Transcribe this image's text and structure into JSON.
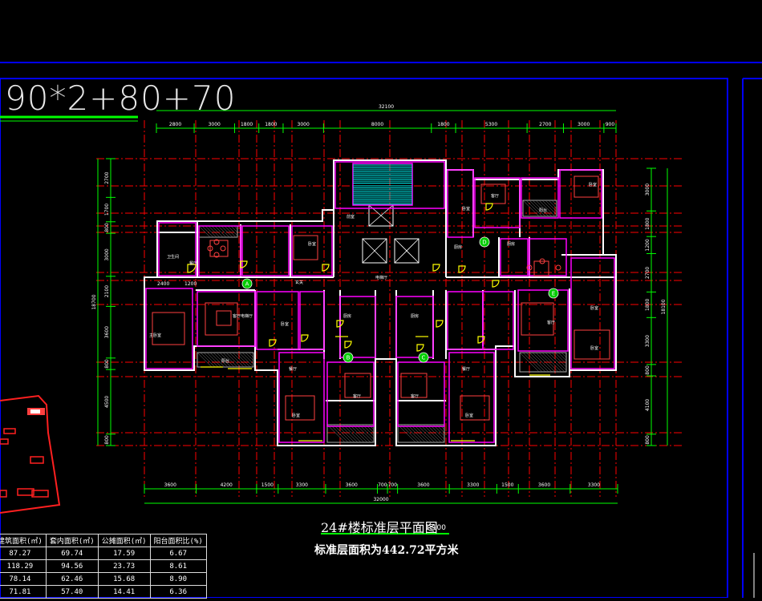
{
  "drawing": {
    "title": "90*2+80+70",
    "plan_title": "24#楼标准层平面图",
    "scale": "1:100",
    "area_note": "标准层面积为442.72平方米"
  },
  "dimensions": {
    "top_total": "32100",
    "top_segments": [
      "2800",
      "3000",
      "1800",
      "1800",
      "3000",
      "8000",
      "1800",
      "5300",
      "2700",
      "3000",
      "900"
    ],
    "bottom_total": "32000",
    "bottom_segments": [
      "3600",
      "4200",
      "1500",
      "3300",
      "3600",
      "700",
      "700",
      "3600",
      "3300",
      "1500",
      "3600",
      "3300"
    ],
    "left_total": "18700",
    "left_segments": [
      "2700",
      "1700",
      "800",
      "3000",
      "2100",
      "3600",
      "800",
      "4500",
      "800"
    ],
    "right_total": "18100",
    "right_segments": [
      "3000",
      "1800",
      "1200",
      "2700",
      "1800",
      "3300",
      "800",
      "4100",
      "800"
    ],
    "inner_dims": [
      "2400",
      "1200"
    ]
  },
  "room_labels": [
    "客厅",
    "餐厅",
    "卧室",
    "主卧室",
    "厨房",
    "卫生间",
    "阳台",
    "书房",
    "电梯厅",
    "前室",
    "玄关",
    "储藏"
  ],
  "unit_markers": [
    "A",
    "B",
    "C",
    "D",
    "E"
  ],
  "area_table": {
    "headers": [
      "建筑面积(㎡)",
      "套内面积(㎡)",
      "公摊面积(㎡)",
      "阳台面积比(%)"
    ],
    "rows": [
      [
        "87.27",
        "69.74",
        "17.59",
        "6.67"
      ],
      [
        "118.29",
        "94.56",
        "23.73",
        "8.61"
      ],
      [
        "78.14",
        "62.46",
        "15.68",
        "8.90"
      ],
      [
        "71.81",
        "57.40",
        "14.41",
        "6.36"
      ]
    ]
  },
  "colors": {
    "wall": "#ffffff",
    "room_outline": "#ff00ff",
    "axis": "#ff0000",
    "dimension": "#00ff00",
    "frame": "#0000ff",
    "furniture": "#ff4040",
    "annotation": "#ffff00",
    "stairs": "#00ffff"
  }
}
